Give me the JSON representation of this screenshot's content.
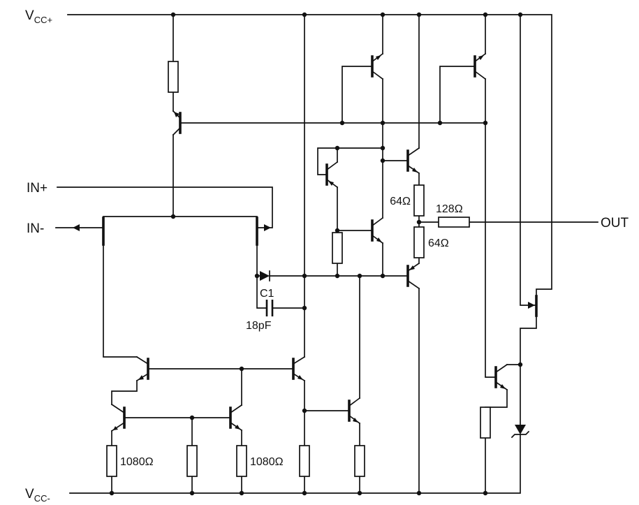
{
  "diagram": {
    "type": "schematic",
    "description": "Operational amplifier internal equivalent circuit",
    "colors": {
      "line": "#111111",
      "background": "#ffffff"
    },
    "power": {
      "vcc_plus_base": "V",
      "vcc_plus_sub": "CC+",
      "vcc_minus_base": "V",
      "vcc_minus_sub": "CC-"
    },
    "ports": {
      "in_plus": "IN+",
      "in_minus": "IN-",
      "out": "OUT"
    },
    "components": {
      "c1_name": "C1",
      "c1_value": "18pF",
      "r64_top": "64Ω",
      "r64_bottom": "64Ω",
      "r128": "128Ω",
      "r1080_left": "1080Ω",
      "r1080_mid": "1080Ω"
    }
  }
}
